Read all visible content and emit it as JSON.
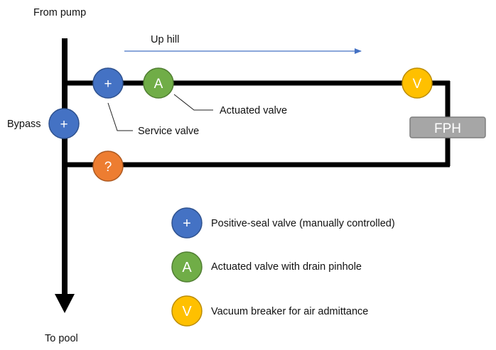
{
  "labels": {
    "from_pump": "From pump",
    "to_pool": "To pool",
    "up_hill": "Up hill",
    "bypass": "Bypass",
    "actuated_valve": "Actuated valve",
    "service_valve": "Service valve",
    "heater": "FPH"
  },
  "valves": {
    "service": "+",
    "actuated": "A",
    "vacuum": "V",
    "bypass": "+",
    "unknown": "?"
  },
  "legend": [
    {
      "symbol": "+",
      "text": "Positive-seal valve (manually controlled)"
    },
    {
      "symbol": "A",
      "text": "Actuated valve with drain pinhole"
    },
    {
      "symbol": "V",
      "text": "Vacuum breaker for air admittance"
    }
  ],
  "colors": {
    "pipe": "#000000",
    "positive_seal": "#4472c4",
    "actuated": "#70ad47",
    "vacuum": "#ffc000",
    "unknown": "#ed7d31",
    "heater_fill": "#a6a6a6",
    "arrow": "#4472c4"
  }
}
